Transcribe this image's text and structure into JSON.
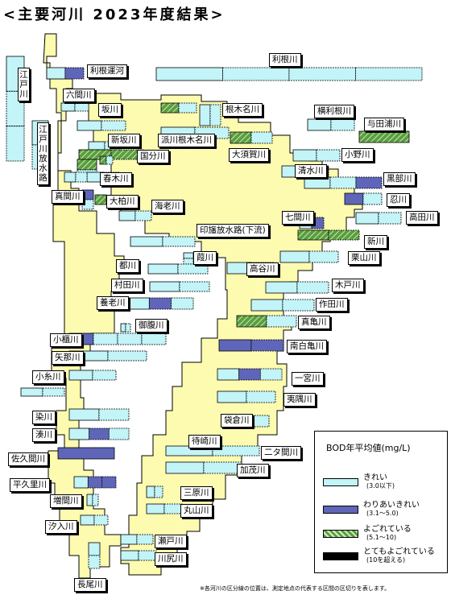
{
  "title": "<主要河川 2023年度結果>",
  "footnote": "※各河川の区分線の位置は、測定地点の代表する区間の区切りを表します。",
  "colors": {
    "land": "#fdfbb0",
    "clean": "#c2f4f8",
    "fairly_clean": "#5f66b9",
    "dirty": "#5a9f3d",
    "very_dirty": "#000000"
  },
  "legend": {
    "title": "BOD年平均値(mg/L)",
    "items": [
      {
        "name": "きれい",
        "range": "(3.0以下)",
        "class": "clean"
      },
      {
        "name": "わりあいきれい",
        "range": "(3.1～5.0)",
        "class": "fairly_clean"
      },
      {
        "name": "よごれている",
        "range": "(5.1～10)",
        "class": "dirty"
      },
      {
        "name": "とてもよごれている",
        "range": "(10を超える)",
        "class": "very_dirty"
      }
    ]
  },
  "rivers": [
    {
      "name": "利根川"
    },
    {
      "name": "利根運河"
    },
    {
      "name": "江戸川"
    },
    {
      "name": "六間川"
    },
    {
      "name": "坂川"
    },
    {
      "name": "根木名川"
    },
    {
      "name": "横利根川"
    },
    {
      "name": "与田浦川"
    },
    {
      "name": "新坂川"
    },
    {
      "name": "派川根木名川"
    },
    {
      "name": "江戸川放水路"
    },
    {
      "name": "国分川"
    },
    {
      "name": "大須賀川"
    },
    {
      "name": "小野川"
    },
    {
      "name": "春木川"
    },
    {
      "name": "清水川"
    },
    {
      "name": "黒部川"
    },
    {
      "name": "真間川"
    },
    {
      "name": "大柏川"
    },
    {
      "name": "忍川"
    },
    {
      "name": "海老川"
    },
    {
      "name": "七間川"
    },
    {
      "name": "高田川"
    },
    {
      "name": "印旛放水路(下流)"
    },
    {
      "name": "新川"
    },
    {
      "name": "葭川"
    },
    {
      "name": "栗山川"
    },
    {
      "name": "都川"
    },
    {
      "name": "高谷川"
    },
    {
      "name": "村田川"
    },
    {
      "name": "木戸川"
    },
    {
      "name": "養老川"
    },
    {
      "name": "作田川"
    },
    {
      "name": "御腹川"
    },
    {
      "name": "真亀川"
    },
    {
      "name": "小櫃川"
    },
    {
      "name": "南白亀川"
    },
    {
      "name": "矢那川"
    },
    {
      "name": "小糸川"
    },
    {
      "name": "一宮川"
    },
    {
      "name": "夷隅川"
    },
    {
      "name": "袋倉川"
    },
    {
      "name": "染川"
    },
    {
      "name": "湊川"
    },
    {
      "name": "待崎川"
    },
    {
      "name": "二タ間川"
    },
    {
      "name": "佐久間川"
    },
    {
      "name": "加茂川"
    },
    {
      "name": "平久里川"
    },
    {
      "name": "三原川"
    },
    {
      "name": "増間川"
    },
    {
      "name": "丸山川"
    },
    {
      "name": "汐入川"
    },
    {
      "name": "瀬戸川"
    },
    {
      "name": "川尻川"
    },
    {
      "name": "長尾川"
    }
  ]
}
